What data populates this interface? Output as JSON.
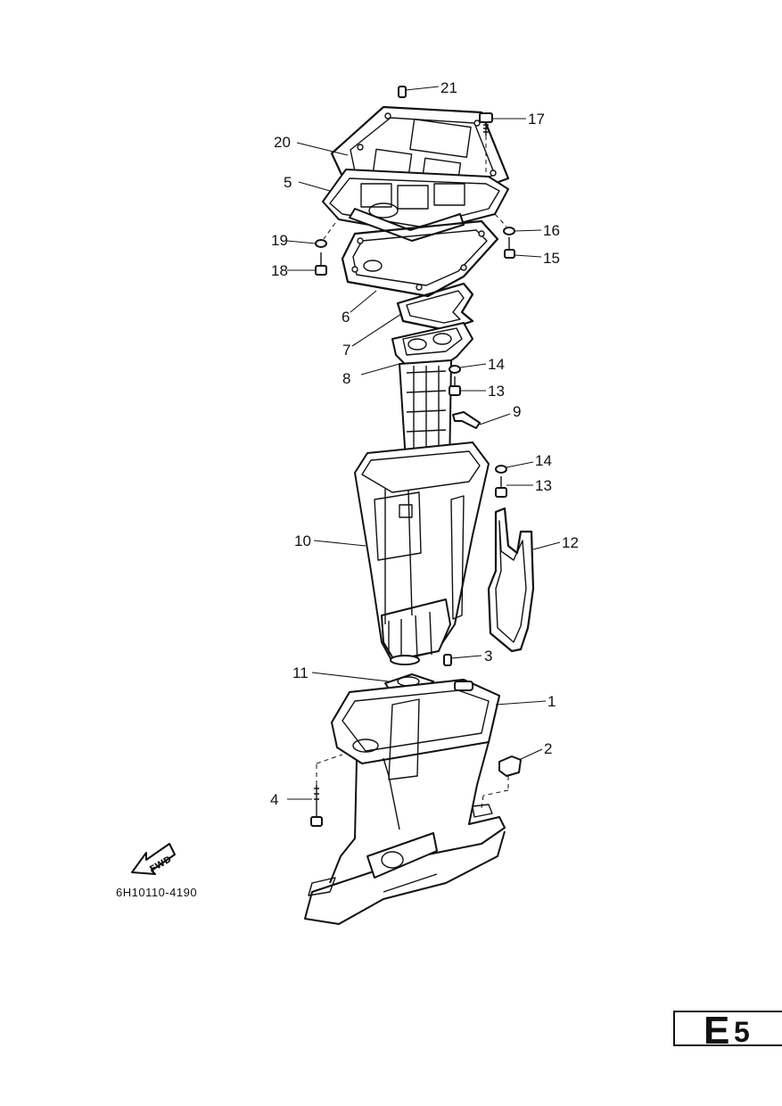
{
  "callouts": {
    "p1": "1",
    "p2": "2",
    "p3": "3",
    "p4": "4",
    "p5": "5",
    "p6": "6",
    "p7": "7",
    "p8": "8",
    "p9": "9",
    "p10": "10",
    "p11": "11",
    "p12": "12",
    "p13a": "13",
    "p13b": "13",
    "p14a": "14",
    "p14b": "14",
    "p15": "15",
    "p16": "16",
    "p17": "17",
    "p18": "18",
    "p19": "19",
    "p20": "20",
    "p21": "21"
  },
  "fwd_label": "FWD",
  "diagram_code": "6H10110-4190",
  "page_tab": {
    "letter": "E",
    "number": "5"
  }
}
